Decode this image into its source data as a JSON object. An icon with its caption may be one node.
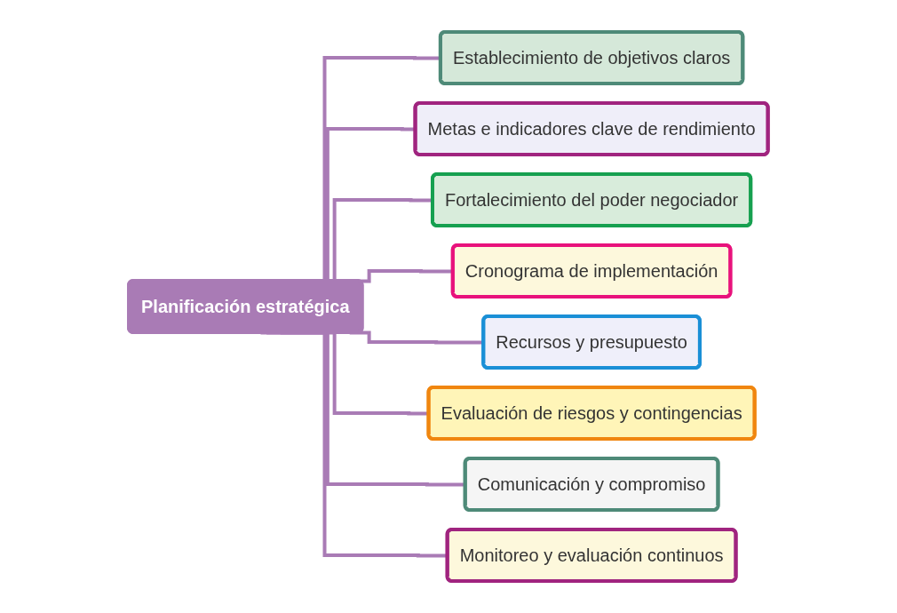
{
  "diagram": {
    "nodes": [
      {
        "text": [
          "Planificación estratégica"
        ]
      },
      {
        "text": [
          "Establecimiento de objetivos claros"
        ]
      },
      {
        "text": [
          "Metas e indicadores clave de rendimiento"
        ]
      },
      {
        "text": [
          "Fortalecimiento del poder negociador"
        ]
      },
      {
        "text": [
          "Cronograma de implementación"
        ]
      },
      {
        "text": [
          "Recursos y presupuesto"
        ]
      },
      {
        "text": [
          "Evaluación de riesgos y contingencias"
        ]
      },
      {
        "text": [
          "Comunicación y compromiso"
        ]
      },
      {
        "text": [
          "Monitoreo y evaluación continuos"
        ]
      }
    ],
    "edges": [
      {
        "from": 0,
        "to": 1,
        "arrow": "none"
      },
      {
        "from": 0,
        "to": 2,
        "arrow": "none"
      },
      {
        "from": 0,
        "to": 3,
        "arrow": "none"
      },
      {
        "from": 0,
        "to": 4,
        "arrow": "none"
      },
      {
        "from": 0,
        "to": 5,
        "arrow": "none"
      },
      {
        "from": 0,
        "to": 6,
        "arrow": "none"
      },
      {
        "from": 0,
        "to": 7,
        "arrow": "none"
      },
      {
        "from": 0,
        "to": 8,
        "arrow": "none"
      }
    ]
  }
}
